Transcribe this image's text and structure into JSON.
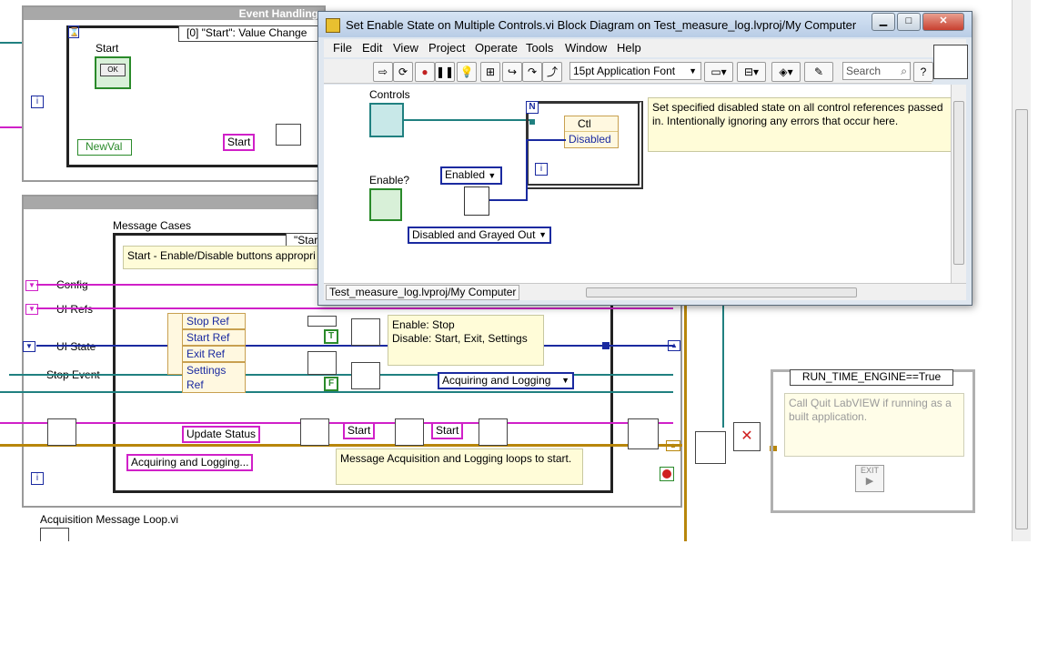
{
  "main_diagram": {
    "event_frame_title": "Event Handling",
    "event_case_label": "[0] \"Start\": Value Change",
    "start_button_label": "Start",
    "start_button_ok": "OK",
    "newval_label": "NewVal",
    "start_constant": "Start",
    "ui_loop_title": "U",
    "message_cases_label": "Message Cases",
    "case_selector": "\"Star",
    "case_comment": "Start - Enable/Disable buttons appropri",
    "config_label": "Config",
    "ui_refs_label": "UI Refs",
    "ui_state_label": "UI State",
    "stop_event_label": "Stop Event",
    "bundle_items": [
      "Stop Ref",
      "Start Ref",
      "Exit Ref",
      "Settings Ref"
    ],
    "true_constant": "T",
    "false_constant": "F",
    "enable_comment_line1": "Enable: Stop",
    "enable_comment_line2": "Disable: Start, Exit, Settings",
    "state_enum": "Acquiring and Logging",
    "update_status": "Update Status",
    "start_msg_1": "Start",
    "start_msg_2": "Start",
    "acquiring_msg": "Acquiring and Logging...",
    "message_comment": "Message Acquisition and Logging loops to start.",
    "acq_loop_label": "Acquisition Message Loop.vi",
    "runtime_case": "RUN_TIME_ENGINE==True",
    "quit_comment": "Call Quit LabVIEW if running as a built application.",
    "exit_label": "EXIT"
  },
  "window": {
    "title": "Set Enable State on Multiple Controls.vi Block Diagram on Test_measure_log.lvproj/My Computer",
    "menu": [
      "File",
      "Edit",
      "View",
      "Project",
      "Operate",
      "Tools",
      "Window",
      "Help"
    ],
    "font_select": "15pt Application Font",
    "search_placeholder": "Search",
    "controls_label": "Controls",
    "enable_label": "Enable?",
    "ctl_label": "Ctl",
    "disabled_prop": "Disabled",
    "enabled_enum": "Enabled",
    "disabled_grayed_enum": "Disabled and Grayed Out",
    "n_label": "N",
    "i_label": "i",
    "comment": "Set specified disabled state on all control references passed in. Intentionally ignoring any errors that occur here.",
    "status_path": "Test_measure_log.lvproj/My Computer"
  }
}
